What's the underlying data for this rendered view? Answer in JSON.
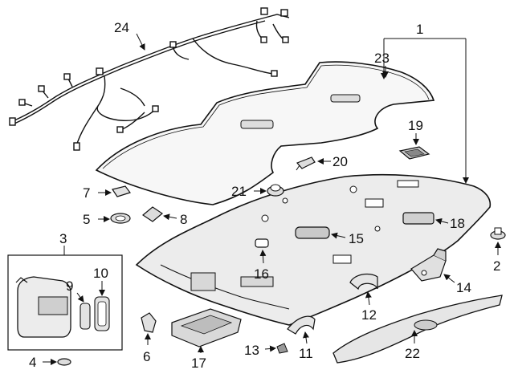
{
  "diagram": {
    "callouts": [
      {
        "id": "c1",
        "label": "1"
      },
      {
        "id": "c2",
        "label": "2"
      },
      {
        "id": "c3",
        "label": "3"
      },
      {
        "id": "c4",
        "label": "4"
      },
      {
        "id": "c5",
        "label": "5"
      },
      {
        "id": "c6",
        "label": "6"
      },
      {
        "id": "c7",
        "label": "7"
      },
      {
        "id": "c8",
        "label": "8"
      },
      {
        "id": "c9",
        "label": "9"
      },
      {
        "id": "c10",
        "label": "10"
      },
      {
        "id": "c11",
        "label": "11"
      },
      {
        "id": "c12",
        "label": "12"
      },
      {
        "id": "c13",
        "label": "13"
      },
      {
        "id": "c14",
        "label": "14"
      },
      {
        "id": "c15",
        "label": "15"
      },
      {
        "id": "c16",
        "label": "16"
      },
      {
        "id": "c17",
        "label": "17"
      },
      {
        "id": "c18",
        "label": "18"
      },
      {
        "id": "c19",
        "label": "19"
      },
      {
        "id": "c20",
        "label": "20"
      },
      {
        "id": "c21",
        "label": "21"
      },
      {
        "id": "c22",
        "label": "22"
      },
      {
        "id": "c23",
        "label": "23"
      },
      {
        "id": "c24",
        "label": "24"
      }
    ],
    "colors": {
      "ink": "#111111",
      "fill_light": "#f2f2f2",
      "fill_mid": "#dcdcdc",
      "fill_dark": "#b8b8b8"
    }
  }
}
